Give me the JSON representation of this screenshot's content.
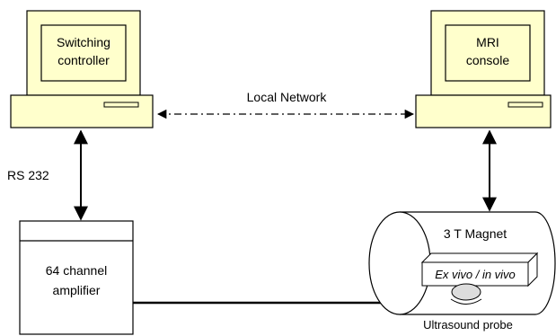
{
  "computers": {
    "switching_controller": {
      "label_line1": "Switching",
      "label_line2": "controller"
    },
    "mri_console": {
      "label_line1": "MRI",
      "label_line2": "console"
    }
  },
  "connections": {
    "local_network": "Local Network",
    "rs232": "RS 232"
  },
  "amplifier": {
    "label_line1": "64 channel",
    "label_line2": "amplifier"
  },
  "magnet": {
    "label": "3 T Magnet",
    "sample_label": "Ex vivo / in vivo"
  },
  "probe": {
    "label": "Ultrasound probe"
  },
  "colors": {
    "monitor_fill": "#ffffcc",
    "box_fill": "#ffffff",
    "stroke": "#000000"
  }
}
